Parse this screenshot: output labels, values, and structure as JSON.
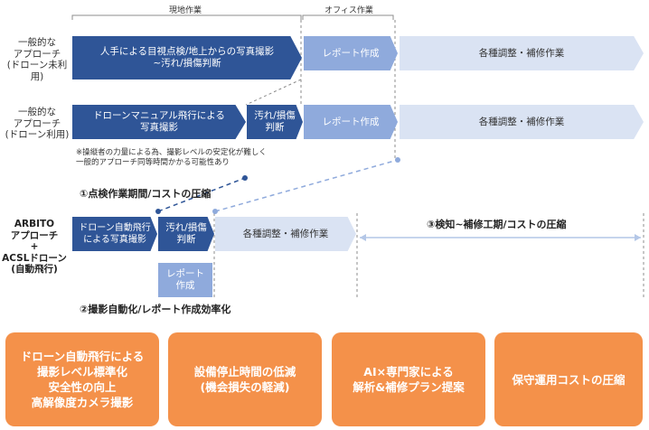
{
  "phases": {
    "field_work": "現地作業",
    "office_work": "オフィス作業"
  },
  "rows": {
    "row1_label": "一般的な\nアプローチ\n(ドローン未利用)",
    "row2_label": "一般的な\nアプローチ\n(ドローン利用)",
    "row3_label": "ARBITO\nアプローチ\n+\nACSLドローン\n(自動飛行)"
  },
  "row1": {
    "inspection": "人手による目視点検/地上からの写真撮影\n~汚れ/損傷判断",
    "report": "レポート作成",
    "repair": "各種調整・補修作業"
  },
  "row2": {
    "flight": "ドローンマニュアル飛行による\n写真撮影",
    "judge": "汚れ/損傷\n判断",
    "report": "レポート作成",
    "repair": "各種調整・補修作業",
    "note": "※操縦者の力量による為、撮影レベルの安定化が難しく\n一般的アプローチ同等時間かかる可能性あり"
  },
  "row3": {
    "flight": "ドローン自動飛行\nによる写真撮影",
    "judge": "汚れ/損傷\n判断",
    "repair": "各種調整・補修作業",
    "report": "レポート\n作成"
  },
  "callouts": {
    "c1": "①点検作業期間/コストの圧縮",
    "c2": "②撮影自動化/レポート作成効率化",
    "c3": "③検知~補修工期/コストの圧縮"
  },
  "benefits": [
    "ドローン自動飛行による\n撮影レベル標準化\n安全性の向上\n高解像度カメラ撮影",
    "設備停止時間の低減\n(機会損失の軽減)",
    "AI×専門家による\n解析&補修プラン提案",
    "保守運用コストの圧縮"
  ],
  "colors": {
    "dark_blue": "#2f5597",
    "mid_blue": "#8faadc",
    "light_blue": "#dae3f3",
    "orange": "#f4914a",
    "line_blue": "#2f5597",
    "dashed_gray": "#8c8c8c"
  }
}
